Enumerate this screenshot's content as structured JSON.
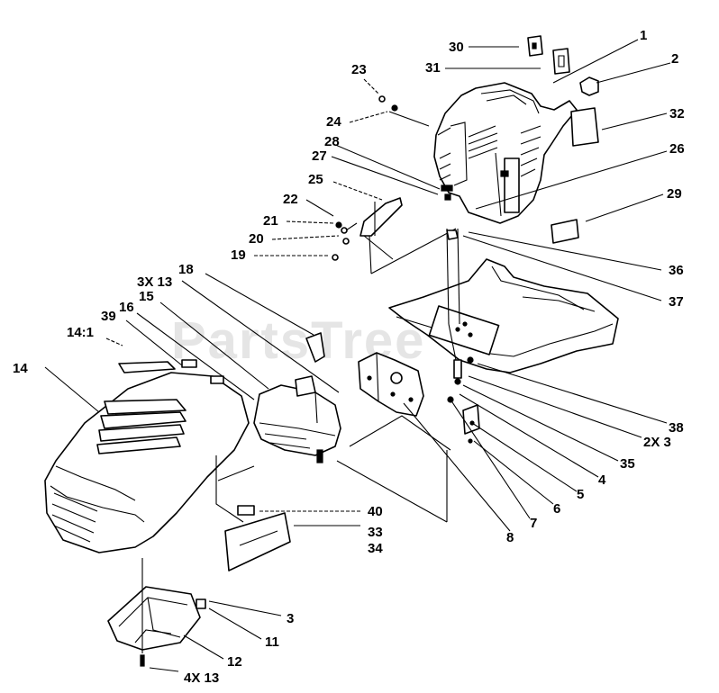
{
  "watermark": {
    "text": "PartsTree",
    "tm": "TM"
  },
  "callouts": [
    "1",
    "2",
    "30",
    "31",
    "32",
    "23",
    "24",
    "28",
    "27",
    "26",
    "25",
    "29",
    "22",
    "21",
    "20",
    "19",
    "36",
    "37",
    "18",
    "3X 13",
    "15",
    "16",
    "39",
    "14:1",
    "14",
    "38",
    "2X 3",
    "35",
    "4",
    "5",
    "6",
    "7",
    "8",
    "40",
    "33",
    "34",
    "3",
    "11",
    "12",
    "4X 13"
  ]
}
